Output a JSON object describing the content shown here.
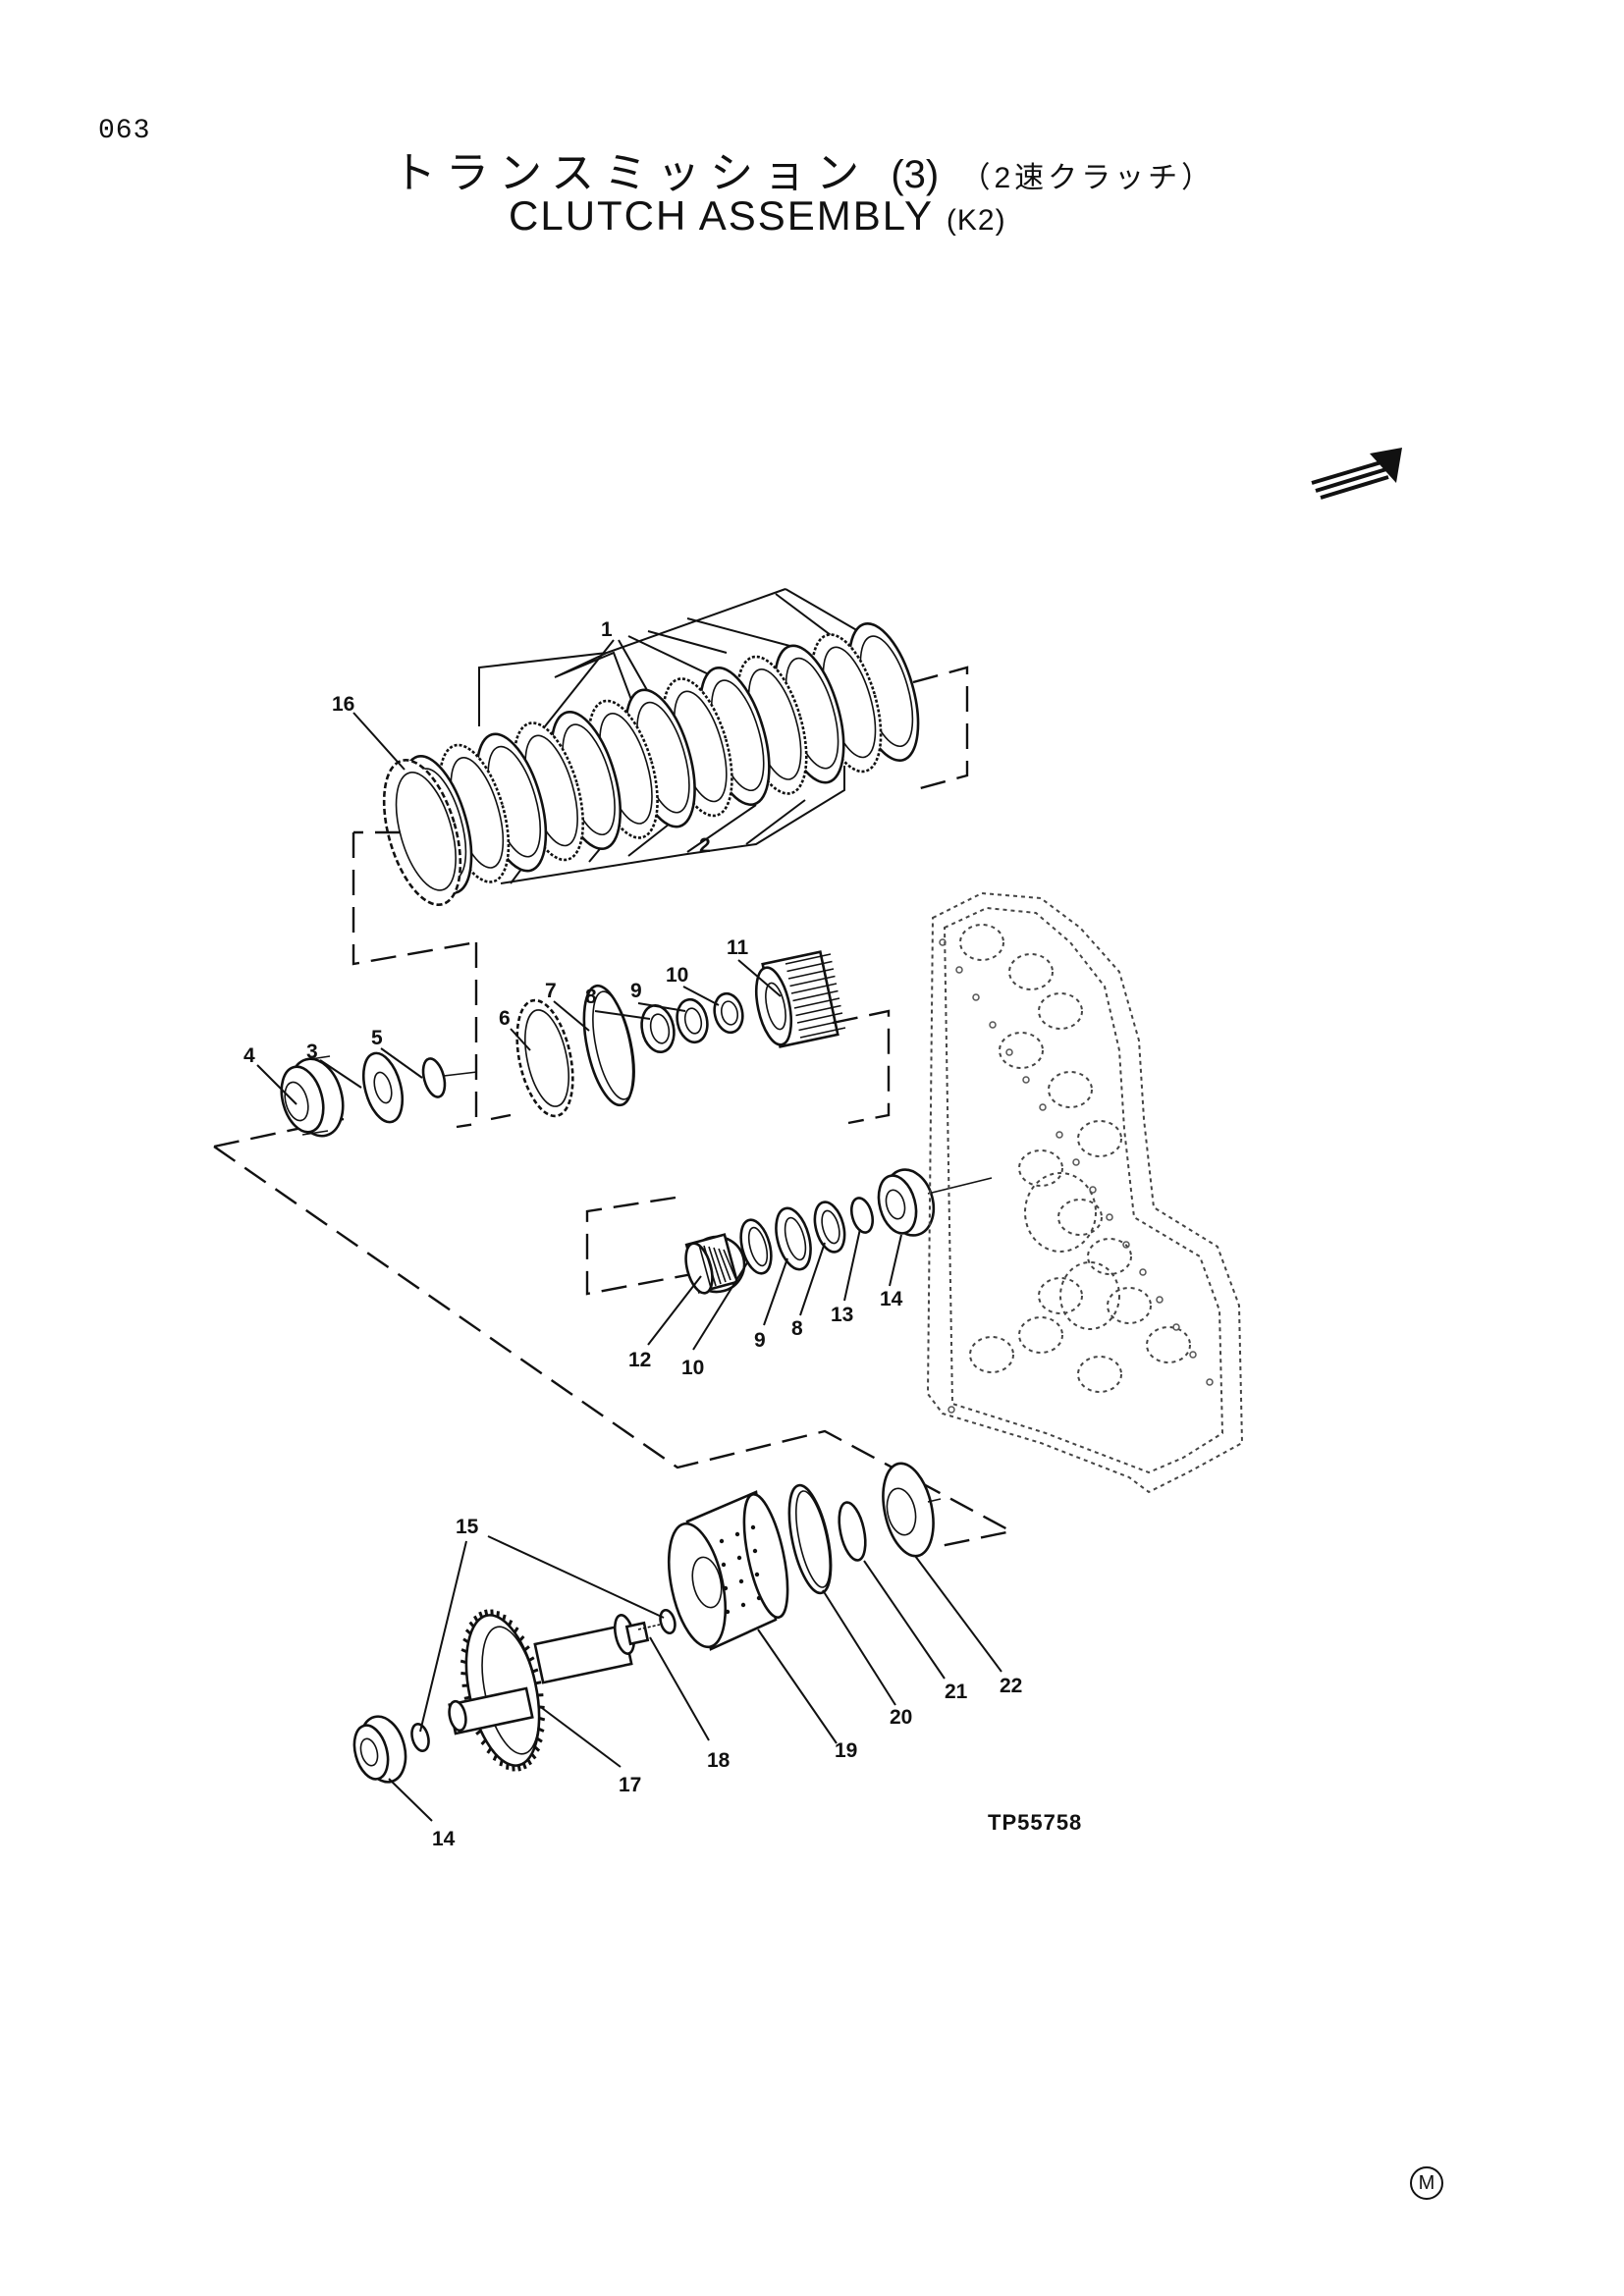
{
  "page_number": "063",
  "title_jp": "トランスミッション",
  "title_jp_num": "(3)",
  "title_jp_sub": "（2速クラッチ）",
  "title_en": "CLUTCH ASSEMBLY",
  "title_en_sub": "(K2)",
  "drawing_code": "TP55758",
  "corner_mark": "M",
  "callouts": [
    "1",
    "2",
    "3",
    "4",
    "5",
    "6",
    "7",
    "8",
    "9",
    "10",
    "11",
    "16",
    "12",
    "10",
    "9",
    "8",
    "13",
    "14",
    "15",
    "17",
    "18",
    "19",
    "20",
    "21",
    "22",
    "14"
  ]
}
